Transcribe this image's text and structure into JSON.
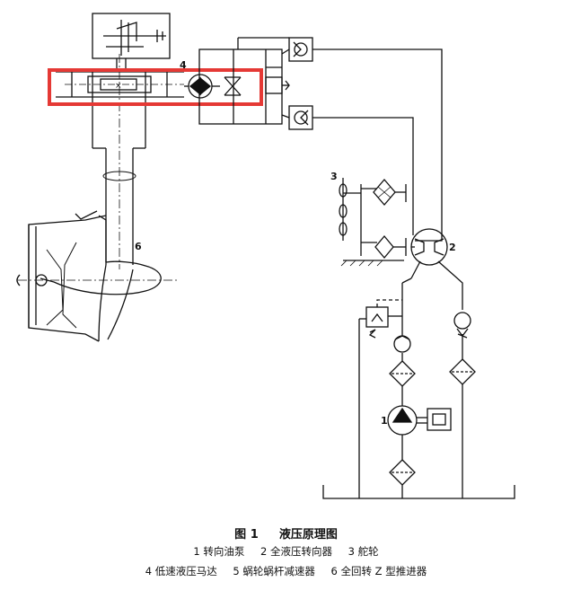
{
  "diagram": {
    "labels": {
      "n1": "1",
      "n2": "2",
      "n3": "3",
      "n4": "4",
      "n6": "6"
    },
    "highlight_color": "#e53935"
  },
  "caption": {
    "title_num": "图 1",
    "title_text": "液压原理图",
    "items": [
      "1 转向油泵",
      "2 全液压转向器",
      "3 舵轮",
      "4 低速液压马达",
      "5 蜗轮蜗杆减速器",
      "6 全回转 Z 型推进器"
    ]
  }
}
